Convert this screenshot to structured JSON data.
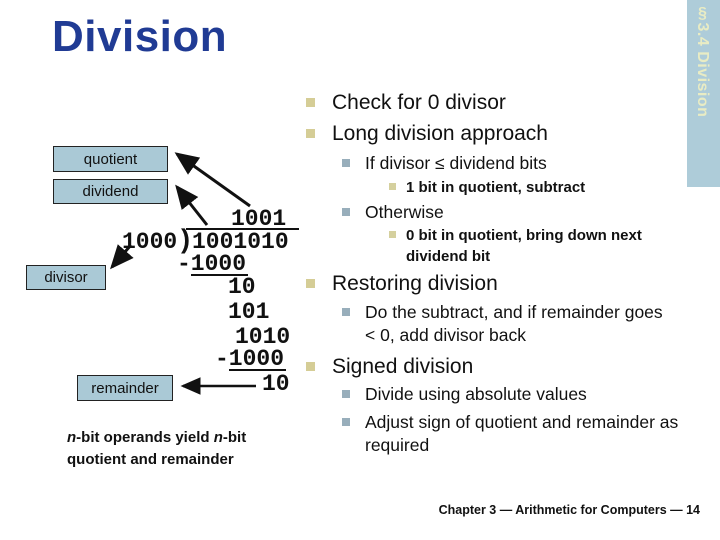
{
  "title": "Division",
  "section_tab": "§3.4 Division",
  "footer": "Chapter 3 — Arithmetic for Computers — 14",
  "bullets": {
    "items": [
      {
        "level": 1,
        "text": "Check for 0 divisor"
      },
      {
        "level": 1,
        "text": "Long division approach"
      },
      {
        "level": 2,
        "text": "If divisor ≤ dividend bits"
      },
      {
        "level": 3,
        "text": "1 bit in quotient, subtract"
      },
      {
        "level": 2,
        "text": "Otherwise"
      },
      {
        "level": 3,
        "text": "0 bit in quotient, bring down next dividend bit"
      },
      {
        "level": 1,
        "text": "Restoring division"
      },
      {
        "level": 2,
        "text": "Do the subtract, and if remainder goes < 0, add divisor back"
      },
      {
        "level": 1,
        "text": "Signed division"
      },
      {
        "level": 2,
        "text": "Divide using absolute values"
      },
      {
        "level": 2,
        "text": "Adjust sign of quotient and remainder as required"
      }
    ]
  },
  "diagram": {
    "labels": {
      "quotient": "quotient",
      "dividend": "dividend",
      "divisor": "divisor",
      "remainder": "remainder"
    },
    "long_division": {
      "quotient_row": "1001",
      "divisor": "1000",
      "paren": ")",
      "dividend": "1001010",
      "subtract1": "-1000",
      "partial1": "10",
      "bring_down1": "101",
      "bring_down2": "1010",
      "subtract2": "-1000",
      "remainder": "10"
    },
    "note": {
      "n1": "n",
      "t1": "-bit operands yield ",
      "n2": "n",
      "t2": "-bit quotient and remainder"
    }
  },
  "colors": {
    "title": "#203b94",
    "tab_bg": "#aeccd9",
    "tab_text": "#e9ecc4",
    "box_fill": "#aac9d6",
    "bullet_l1": "#d5cd96",
    "bullet_l2": "#98aebb",
    "bullet_l3": "#d5d09e"
  }
}
